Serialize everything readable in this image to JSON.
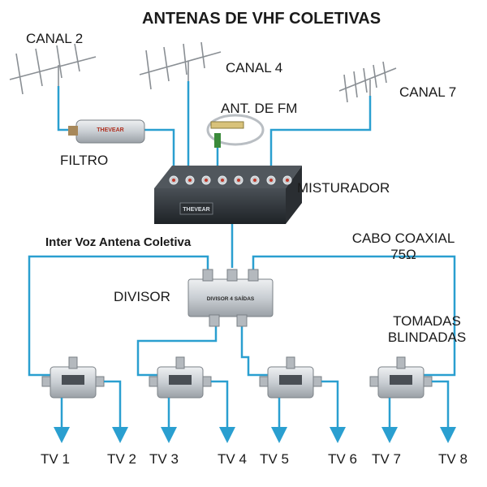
{
  "title": "ANTENAS DE VHF COLETIVAS",
  "labels": {
    "canal2": "CANAL 2",
    "canal4": "CANAL 4",
    "canal7": "CANAL 7",
    "fm": "ANT. DE FM",
    "filtro": "FILTRO",
    "misturador": "MISTURADOR",
    "inter_voz": "Inter Voz Antena Coletiva",
    "cabo_line1": "CABO COAXIAL",
    "cabo_line2": "75Ω",
    "divisor": "DIVISOR",
    "tomadas_line1": "TOMADAS",
    "tomadas_line2": "BLINDADAS"
  },
  "device_text": {
    "filter_brand": "THEVEAR",
    "mixer_brand": "THEVEAR",
    "divisor_text": "DIVISOR 4 SAÍDAS"
  },
  "outputs": [
    "TV 1",
    "TV 2",
    "TV 3",
    "TV 4",
    "TV 5",
    "TV 6",
    "TV 7",
    "TV 8"
  ],
  "colors": {
    "cable": "#2a9fd0",
    "text": "#1a1a1a",
    "device_metal": "#c9ced3",
    "mixer_body": "#2f3338"
  }
}
